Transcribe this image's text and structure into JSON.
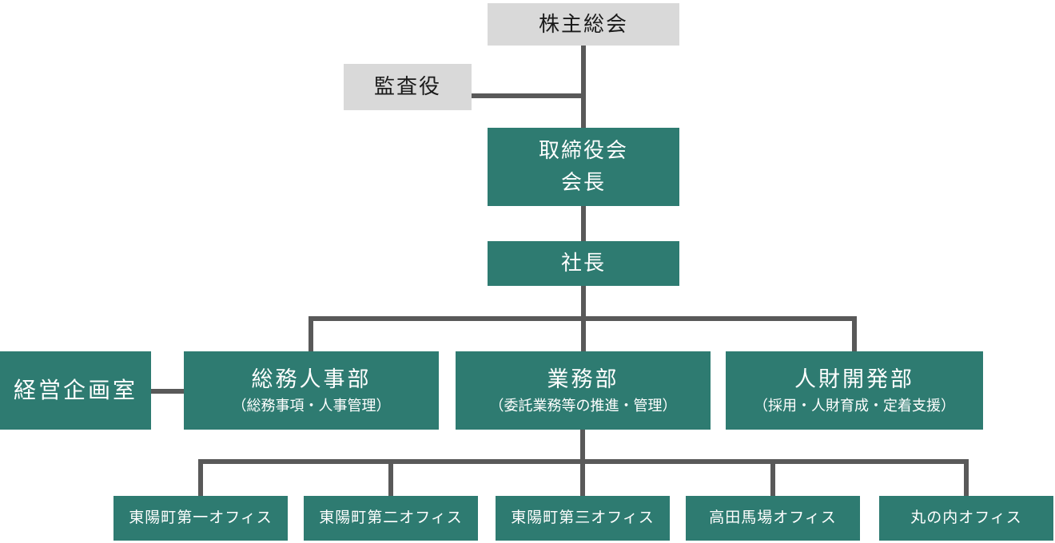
{
  "colors": {
    "teal": "#2E7B71",
    "gray": "#D9D9D9",
    "line": "#595959",
    "ink": "#1A1A1A"
  },
  "chart": {
    "type": "org-chart",
    "shareholders": {
      "label": "株主総会"
    },
    "auditor": {
      "label": "監査役"
    },
    "board": {
      "line1": "取締役会",
      "line2": "会長"
    },
    "president": {
      "label": "社長"
    },
    "planning_office": {
      "label": "経営企画室"
    },
    "departments": [
      {
        "title": "総務人事部",
        "subtitle": "（総務事項・人事管理）"
      },
      {
        "title": "業務部",
        "subtitle": "（委託業務等の推進・管理）"
      },
      {
        "title": "人財開発部",
        "subtitle": "（採用・人財育成・定着支援）"
      }
    ],
    "offices": [
      {
        "label": "東陽町第一オフィス"
      },
      {
        "label": "東陽町第二オフィス"
      },
      {
        "label": "東陽町第三オフィス"
      },
      {
        "label": "高田馬場オフィス"
      },
      {
        "label": "丸の内オフィス"
      }
    ]
  }
}
